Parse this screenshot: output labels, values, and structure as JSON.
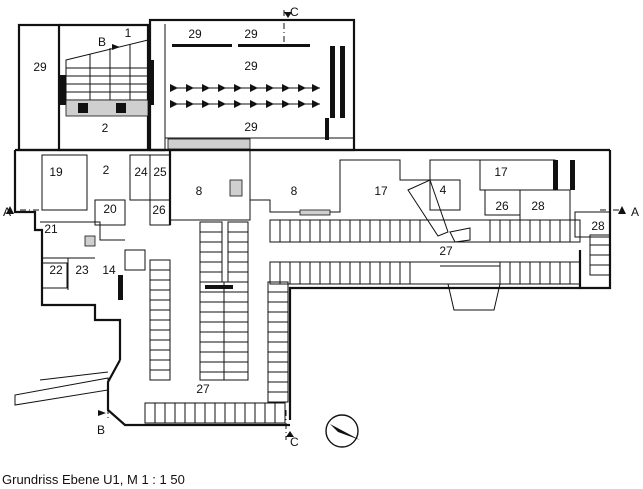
{
  "caption": "Grundriss Ebene U1, M 1 : 1 50",
  "rooms": [
    {
      "id": "r1",
      "label": "1"
    },
    {
      "id": "r29a",
      "label": "29"
    },
    {
      "id": "r29b",
      "label": "29"
    },
    {
      "id": "r29c",
      "label": "29"
    },
    {
      "id": "r29d",
      "label": "29"
    },
    {
      "id": "r29e",
      "label": "29"
    },
    {
      "id": "r2a",
      "label": "2"
    },
    {
      "id": "r2b",
      "label": "2"
    },
    {
      "id": "r19",
      "label": "19"
    },
    {
      "id": "r24",
      "label": "24"
    },
    {
      "id": "r25",
      "label": "25"
    },
    {
      "id": "r8a",
      "label": "8"
    },
    {
      "id": "r8b",
      "label": "8"
    },
    {
      "id": "r17a",
      "label": "17"
    },
    {
      "id": "r4",
      "label": "4"
    },
    {
      "id": "r17b",
      "label": "17"
    },
    {
      "id": "r20",
      "label": "20"
    },
    {
      "id": "r26a",
      "label": "26"
    },
    {
      "id": "r26b",
      "label": "26"
    },
    {
      "id": "r28a",
      "label": "28"
    },
    {
      "id": "r28b",
      "label": "28"
    },
    {
      "id": "r21",
      "label": "21"
    },
    {
      "id": "r22",
      "label": "22"
    },
    {
      "id": "r23",
      "label": "23"
    },
    {
      "id": "r14",
      "label": "14"
    },
    {
      "id": "r27a",
      "label": "27"
    },
    {
      "id": "r27b",
      "label": "27"
    }
  ],
  "section_markers": [
    {
      "id": "A-left",
      "label": "A"
    },
    {
      "id": "A-right",
      "label": "A"
    },
    {
      "id": "B-top",
      "label": "B"
    },
    {
      "id": "B-bottom",
      "label": "B"
    },
    {
      "id": "C-top",
      "label": "C"
    },
    {
      "id": "C-bottom",
      "label": "C"
    }
  ],
  "north_arrow": "north-arrow-icon"
}
